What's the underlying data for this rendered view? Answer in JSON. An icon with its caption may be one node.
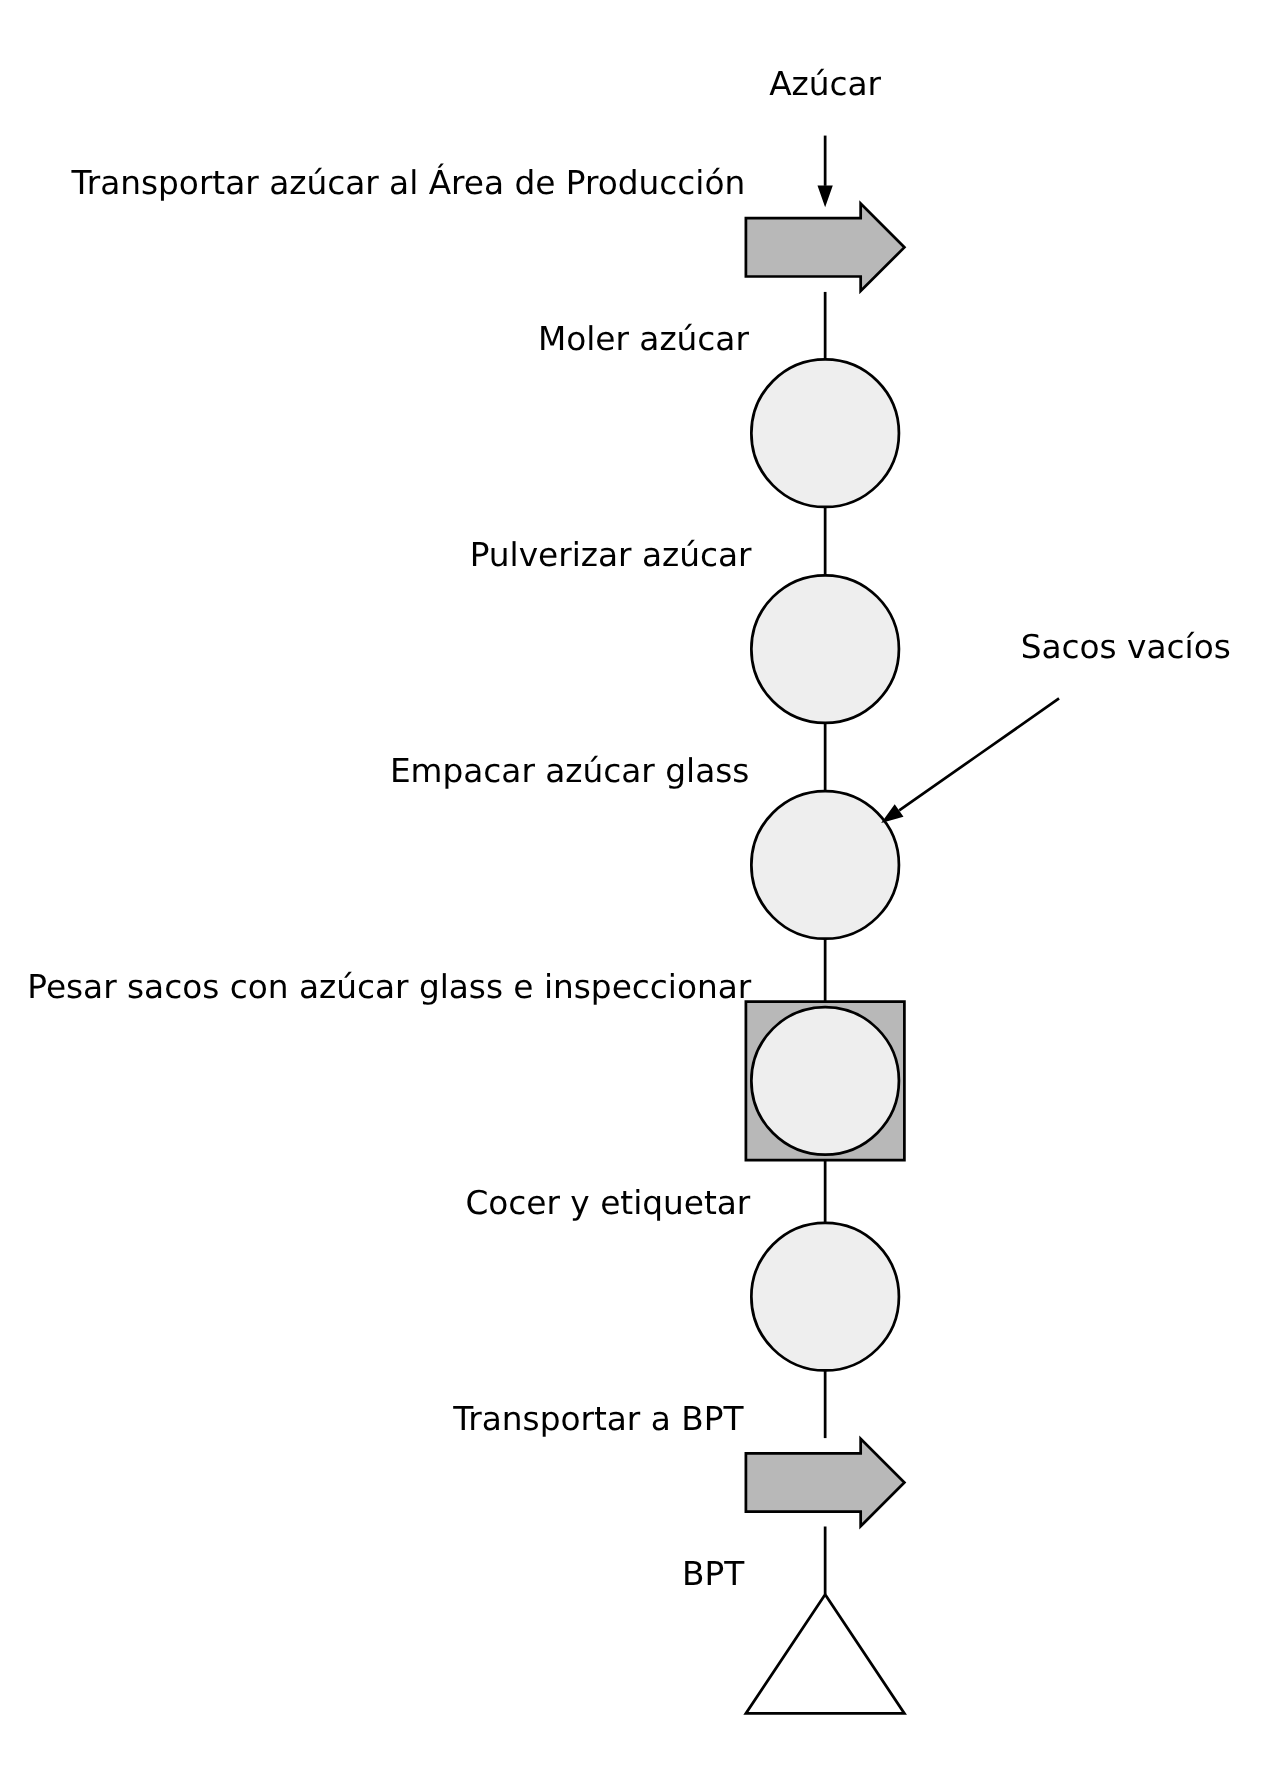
{
  "diagram": {
    "nodes": [
      {
        "text": [
          "Azúcar"
        ]
      },
      {
        "text": [],
        "shape": "arrow",
        "beside": [
          "Transportar azúcar al Área de Producción"
        ]
      },
      {
        "text": [],
        "shape": "circle",
        "beside": [
          "Moler azúcar"
        ]
      },
      {
        "text": [],
        "shape": "circle",
        "beside": [
          "Pulverizar azúcar"
        ]
      },
      {
        "text": [
          "Sacos vacíos"
        ]
      },
      {
        "text": [],
        "shape": "circle",
        "beside": [
          "Empacar azúcar glass"
        ]
      },
      {
        "text": [],
        "shape": "box"
      },
      {
        "text": [],
        "shape": "circle",
        "in": 6,
        "beside": [
          "Pesar sacos con azúcar glass e inspeccionar"
        ]
      },
      {
        "text": [],
        "shape": "circle",
        "beside": [
          "Cocer y etiquetar"
        ]
      },
      {
        "text": [],
        "shape": "arrow",
        "beside": [
          "Transportar a BPT"
        ]
      },
      {
        "text": [],
        "shape": "triangle",
        "beside": [
          "BPT"
        ]
      }
    ],
    "edges": [
      {
        "from": 0,
        "to": 1,
        "arrow": "to"
      },
      {
        "from": 1,
        "to": 2,
        "arrow": "none"
      },
      {
        "from": 2,
        "to": 3,
        "arrow": "none"
      },
      {
        "from": 3,
        "to": 5,
        "arrow": "none"
      },
      {
        "from": 4,
        "to": 5,
        "arrow": "to"
      },
      {
        "from": 5,
        "to": 6,
        "arrow": "none"
      },
      {
        "from": 6,
        "to": 8,
        "arrow": "none"
      },
      {
        "from": 8,
        "to": 9,
        "arrow": "none"
      },
      {
        "from": 9,
        "to": 10,
        "arrow": "none"
      }
    ]
  }
}
